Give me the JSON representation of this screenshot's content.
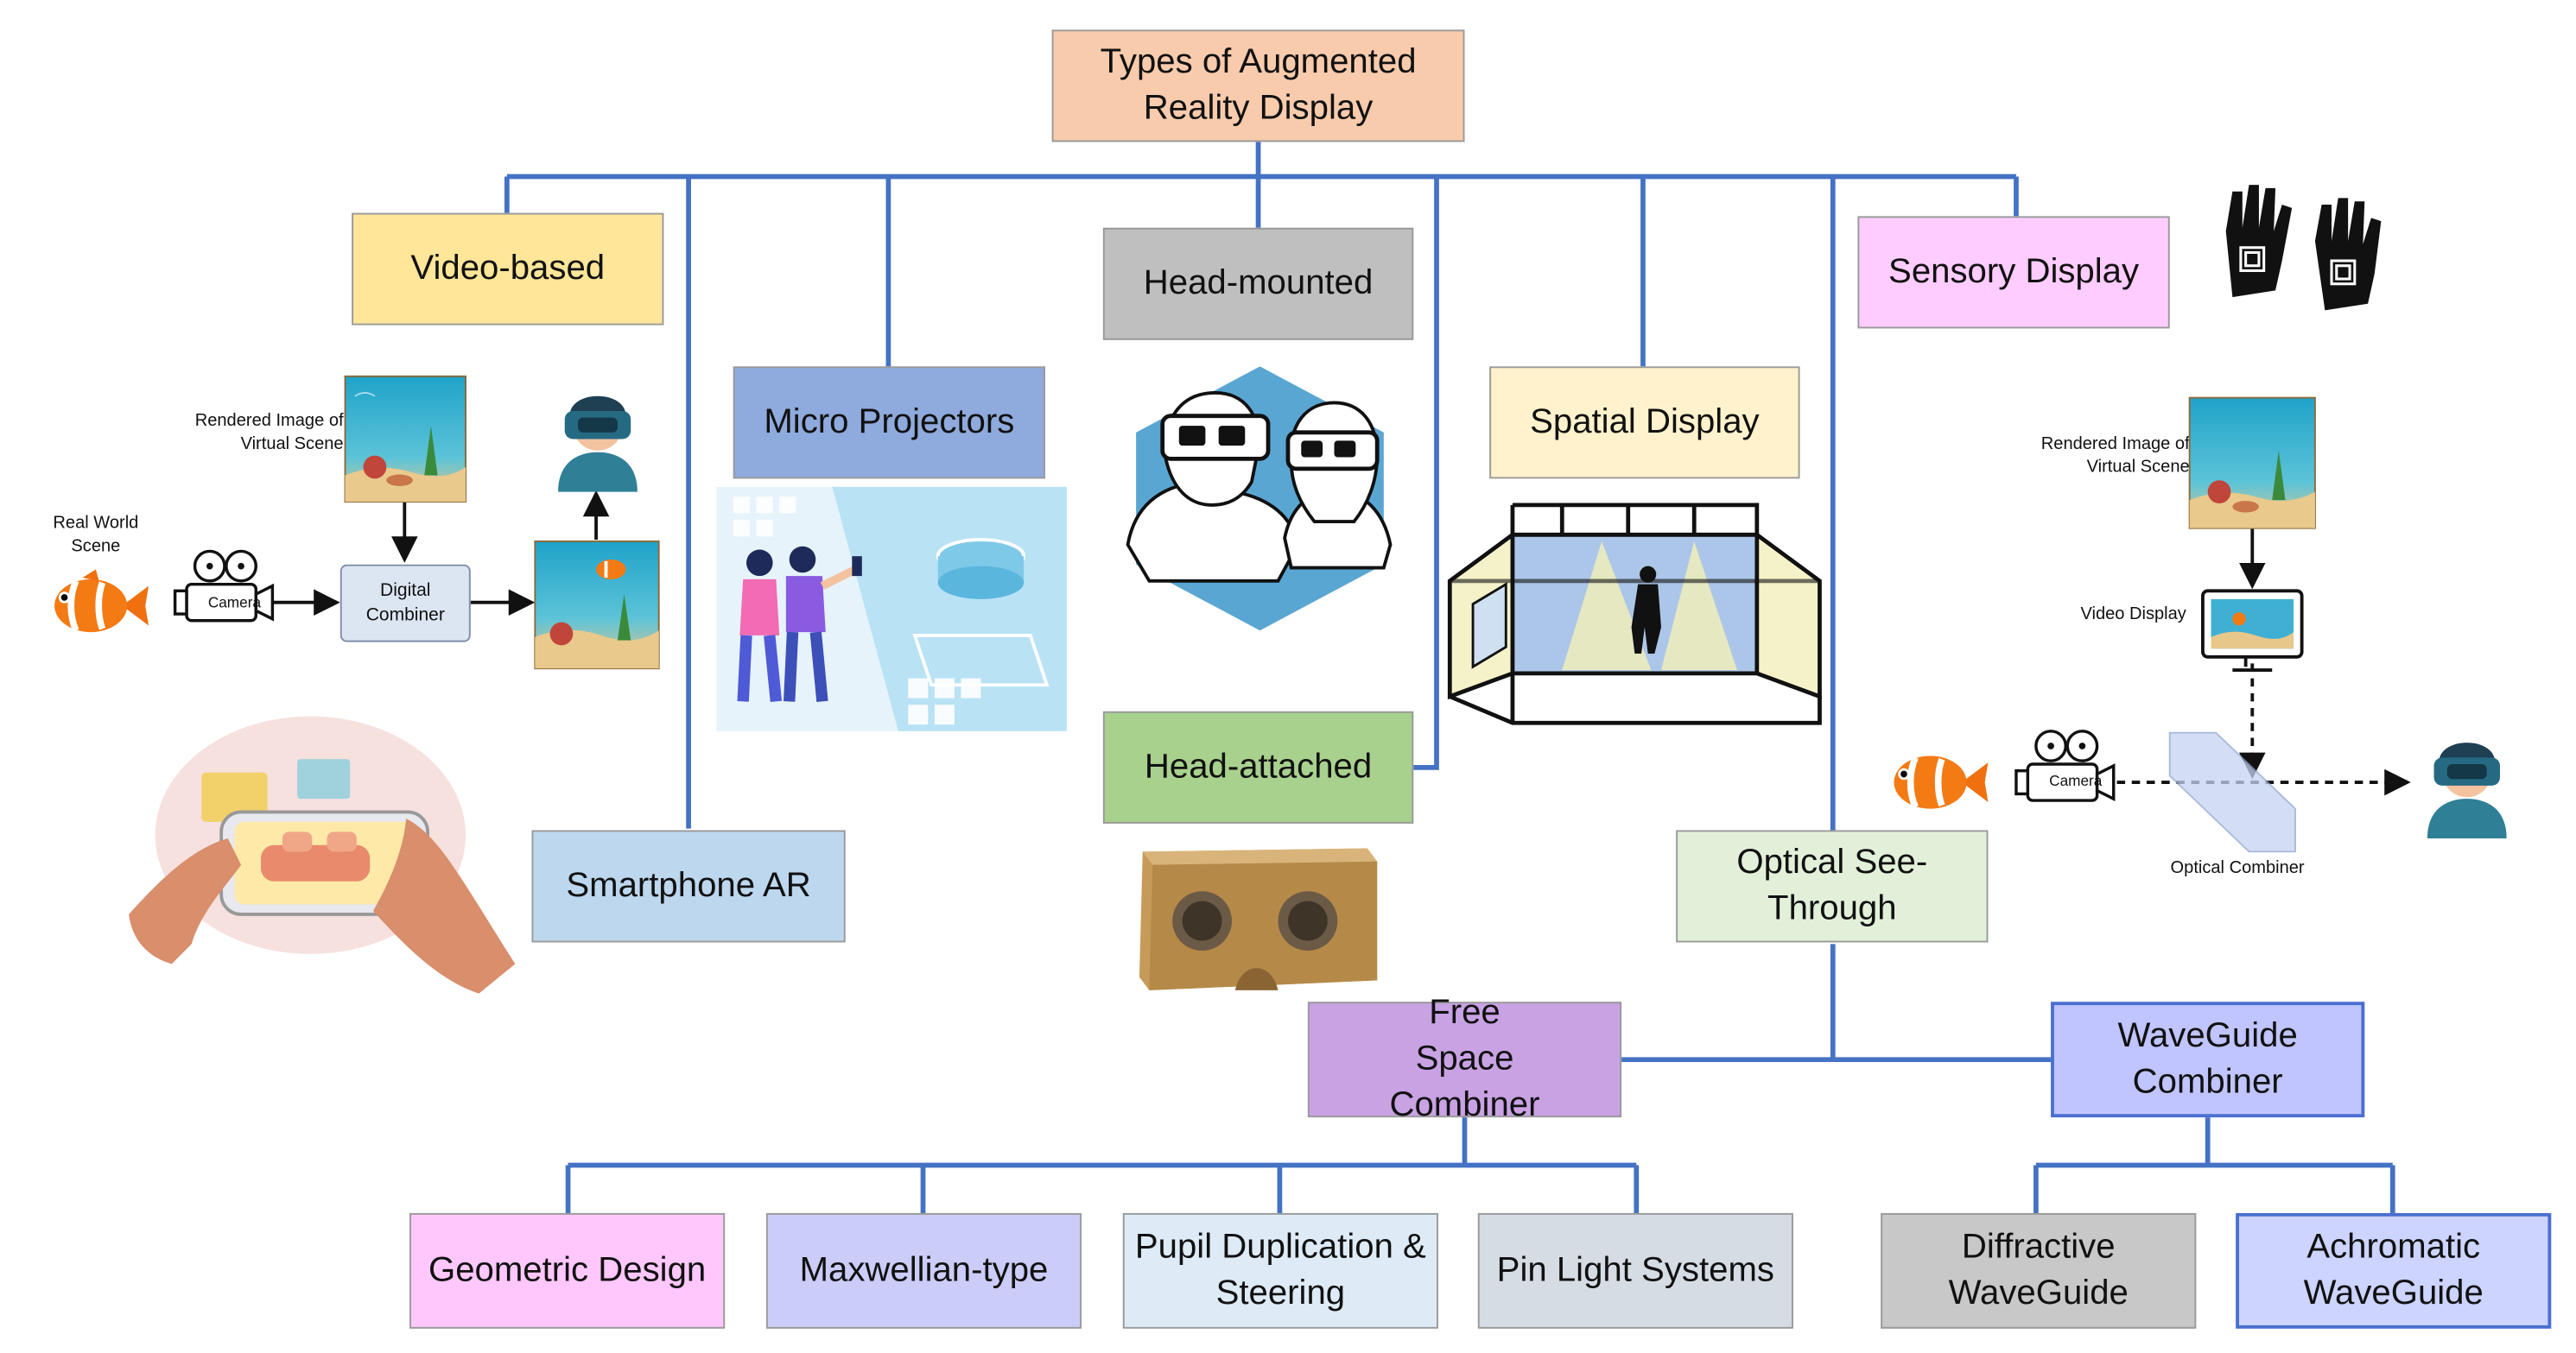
{
  "title": "Types of Augmented Reality Display",
  "categories": {
    "video_based": "Video-based",
    "smartphone_ar": "Smartphone AR",
    "micro_projectors": "Micro Projectors",
    "head_mounted": "Head-mounted",
    "head_attached": "Head-attached",
    "spatial_display": "Spatial Display",
    "optical_see_through": "Optical See-Through",
    "sensory_display": "Sensory Display"
  },
  "combiners": {
    "free_space": "Free Space Combiner",
    "waveguide": "WaveGuide Combiner"
  },
  "free_space_types": [
    "Geometric Design",
    "Maxwellian-type",
    "Pupil Duplication & Steering",
    "Pin Light Systems"
  ],
  "waveguide_types": [
    "Diffractive WaveGuide",
    "Achromatic WaveGuide"
  ],
  "video_pipeline": {
    "real_world_scene": "Real World Scene",
    "rendered_image": "Rendered Image of Virtual Scene",
    "camera": "Camera",
    "digital_combiner": "Digital Combiner"
  },
  "optical_pipeline": {
    "rendered_image": "Rendered Image of Virtual Scene",
    "video_display": "Video Display",
    "camera": "Camera",
    "optical_combiner": "Optical Combiner"
  },
  "colors": {
    "connector": "#4472c4",
    "title_fill": "#f8cbad",
    "video_based_fill": "#ffe699",
    "smartphone_fill": "#bdd7ee",
    "micro_projectors_fill": "#8faadc",
    "head_mounted_fill": "#bfbfbf",
    "head_attached_fill": "#a9d18e",
    "spatial_fill": "#fff2cc",
    "optical_fill": "#e2f0d9",
    "sensory_fill": "#ffccff",
    "free_space_fill": "#c9a2e4",
    "waveguide_fill": "#c0c4ff",
    "geometric_fill": "#ffc7fb",
    "maxwellian_fill": "#ccccf8",
    "pupil_fill": "#deebf7",
    "pinlight_fill": "#d6dce4",
    "diffractive_fill": "#c8c8c8",
    "achromatic_fill": "#ccd4ff"
  },
  "icons": [
    "clownfish-icon",
    "movie-camera-icon",
    "vr-user-icon",
    "haptic-gloves-icon",
    "hands-smartphone-icon",
    "ar-projection-people-icon",
    "hmd-users-icon",
    "cave-room-icon",
    "cardboard-viewer-icon",
    "underwater-scene-icon",
    "monitor-icon",
    "beam-splitter-icon"
  ]
}
